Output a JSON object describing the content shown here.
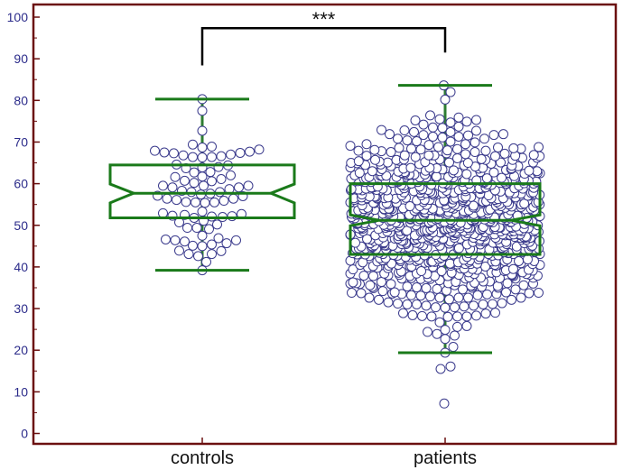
{
  "chart_data": {
    "type": "box",
    "title": "",
    "xlabel": "",
    "ylabel": "",
    "ylim": [
      0,
      100
    ],
    "yticks": [
      0,
      10,
      20,
      30,
      40,
      50,
      60,
      70,
      80,
      90,
      100
    ],
    "grid": false,
    "categories": [
      "controls",
      "patients"
    ],
    "boxes": [
      {
        "category": "controls",
        "whisker_low": 39.2,
        "q1": 51.8,
        "median": 57.7,
        "notch_low": 55.4,
        "notch_high": 59.9,
        "q3": 64.5,
        "whisker_high": 80.3,
        "n_points": 85
      },
      {
        "category": "patients",
        "whisker_low": 19.4,
        "q1": 43.0,
        "median": 51.2,
        "notch_low": 49.9,
        "notch_high": 52.5,
        "q3": 60.0,
        "whisker_high": 83.6,
        "n_points": 900
      }
    ],
    "outliers": {
      "patients": [
        7.2,
        15.5,
        16.1
      ]
    },
    "annotation": {
      "text": "***",
      "between": [
        "controls",
        "patients"
      ],
      "y": 98
    },
    "colors": {
      "frame": "#6b1010",
      "box": "#1a7a1a",
      "whisker_line": "#2e7d32",
      "point_fill": "#ffffff",
      "point_stroke": "#3a3a8c",
      "tick_label": "#2b2b8a",
      "bracket": "#000000"
    }
  }
}
